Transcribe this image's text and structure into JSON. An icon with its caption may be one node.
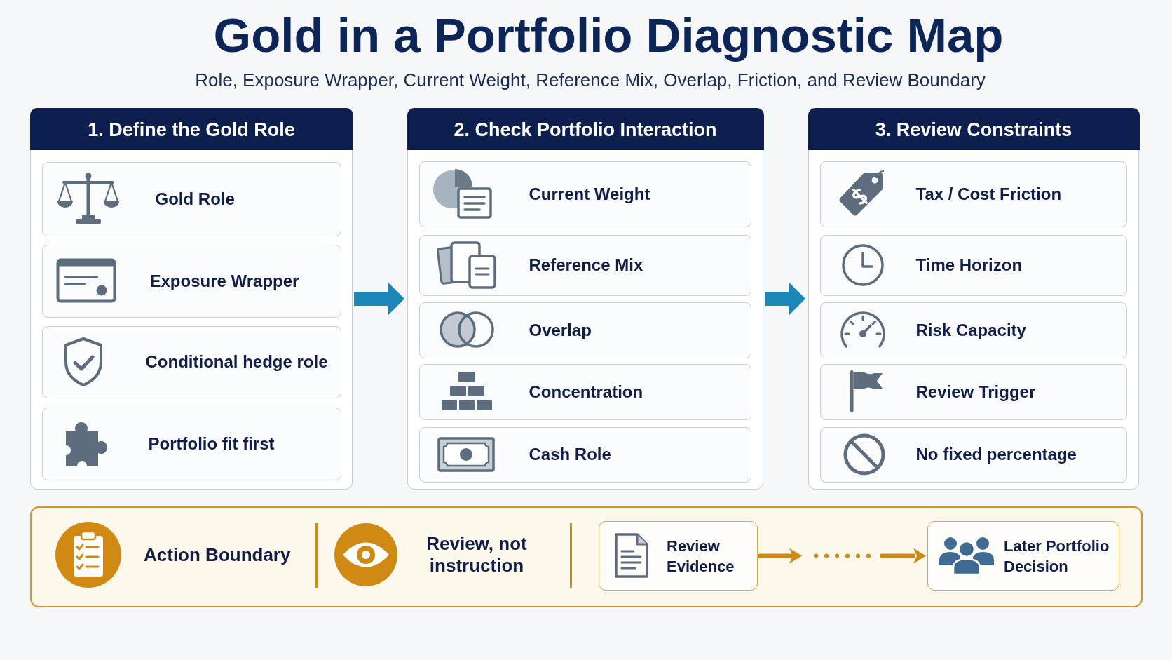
{
  "diagram": {
    "title": "Gold in a Portfolio Diagnostic Map",
    "nodes": [
      {
        "text": [
          "1. Define the Gold Role"
        ]
      },
      {
        "text": [
          "Gold Role"
        ],
        "in": 0
      },
      {
        "text": [
          "Exposure Wrapper"
        ],
        "in": 0
      },
      {
        "text": [
          "Conditional hedge role"
        ],
        "in": 0
      },
      {
        "text": [
          "Portfolio fit first"
        ],
        "in": 0
      },
      {
        "text": [
          "2. Check Portfolio Interaction"
        ]
      },
      {
        "text": [
          "Current Weight"
        ],
        "in": 5
      },
      {
        "text": [
          "Reference Mix"
        ],
        "in": 5
      },
      {
        "text": [
          "Overlap"
        ],
        "in": 5
      },
      {
        "text": [
          "Concentration"
        ],
        "in": 5
      },
      {
        "text": [
          "Cash Role"
        ],
        "in": 5
      },
      {
        "text": [
          "3. Review Constraints"
        ]
      },
      {
        "text": [
          "Tax / Cost Friction"
        ],
        "in": 11
      },
      {
        "text": [
          "Time Horizon"
        ],
        "in": 11
      },
      {
        "text": [
          "Risk Capacity"
        ],
        "in": 11
      },
      {
        "text": [
          "Review Trigger"
        ],
        "in": 11
      },
      {
        "text": [
          "No fixed percentage"
        ],
        "in": 11
      },
      {
        "text": [
          "Action Boundary",
          "Review, not instruction"
        ]
      },
      {
        "text": [
          "Review Evidence"
        ],
        "in": 17
      },
      {
        "text": [
          "Later Portfolio Decision"
        ],
        "in": 17
      }
    ],
    "edges": [
      {
        "from": 0,
        "to": 5,
        "arrow": "to"
      },
      {
        "from": 5,
        "to": 11,
        "arrow": "to"
      },
      {
        "from": 18,
        "to": 19,
        "arrow": "to",
        "style": "dashed",
        "color": "#d08a13"
      }
    ],
    "labels": [
      "Role, Exposure Wrapper, Current Weight, Reference Mix, Overlap, Friction, and Review Boundary"
    ]
  }
}
